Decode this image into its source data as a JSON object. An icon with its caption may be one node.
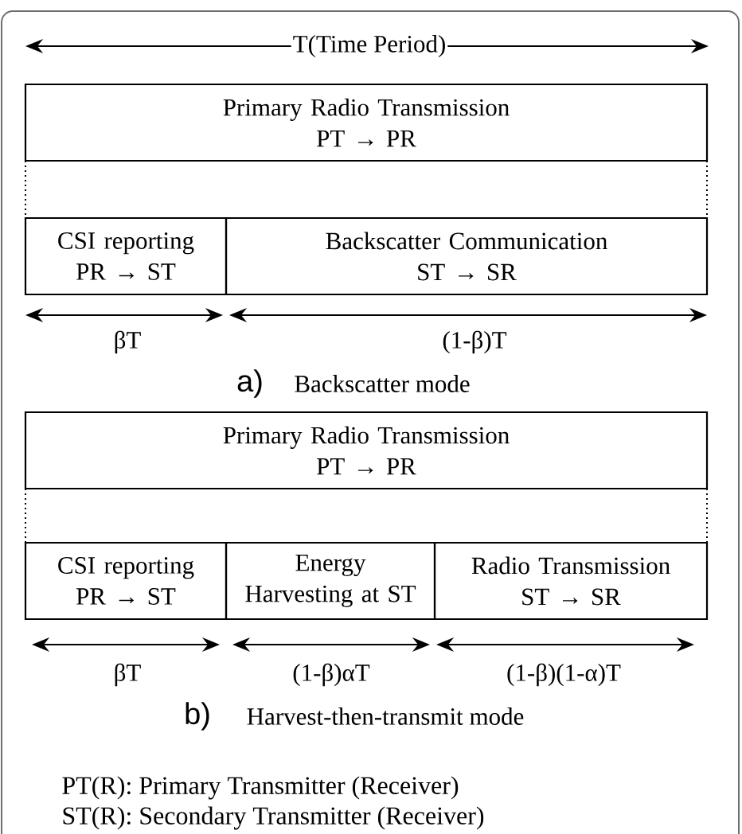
{
  "diagram": {
    "nodes": [
      {
        "text": [
          "Primary Radio Transmission",
          "PT → PR"
        ]
      },
      {
        "text": [
          "CSI reporting",
          "PR → ST"
        ]
      },
      {
        "text": [
          "Backscatter Communication",
          "ST → SR"
        ]
      },
      {
        "text": [
          "Primary Radio Transmission",
          "PT → PR"
        ]
      },
      {
        "text": [
          "CSI reporting",
          "PR → ST"
        ]
      },
      {
        "text": [
          "Energy Harvesting at ST"
        ]
      },
      {
        "text": [
          "Radio Transmission",
          "ST → SR"
        ]
      }
    ],
    "labels": [
      "T(Time Period)",
      "βT",
      "(1-β)T",
      "a)",
      "Backscatter mode",
      "βT",
      "(1-β)αT",
      "(1-β)(1-α)T",
      "b)",
      "Harvest-then-transmit mode",
      "PT(R): Primary Transmitter (Receiver)",
      "ST(R): Secondary Transmitter (Receiver)"
    ]
  }
}
